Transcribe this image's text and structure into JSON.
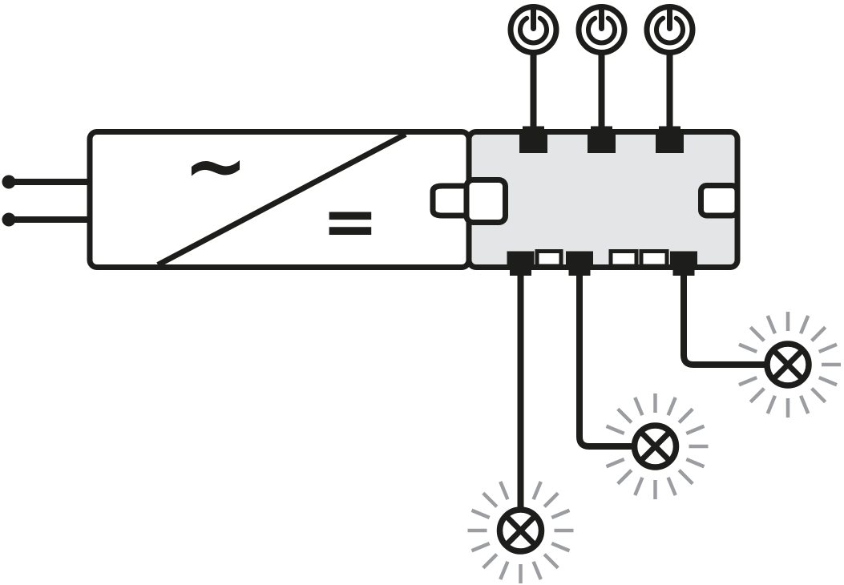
{
  "diagram": {
    "kind": "wiring-connection-diagram",
    "background": "#ffffff",
    "colors": {
      "line": "#1d1d1b",
      "distributor_fill": "#e3e5e6",
      "device_fill": "#ffffff",
      "ray": "#9b9da0"
    },
    "power_supply": {
      "name": "ac-dc-converter",
      "ac_symbol": "~",
      "dc_symbol": "=",
      "input_leads": 2
    },
    "switches": {
      "count": 3,
      "icon": "power-icon"
    },
    "distributor": {
      "name": "distributor-box",
      "top_ports": 3,
      "bottom_ports": 6,
      "bottom_connected_ports": 3,
      "bottom_empty_slots": 3,
      "side_sockets": 2
    },
    "lamps": {
      "count": 3,
      "icon": "lamp-icon",
      "rays_per_lamp": 15
    }
  }
}
